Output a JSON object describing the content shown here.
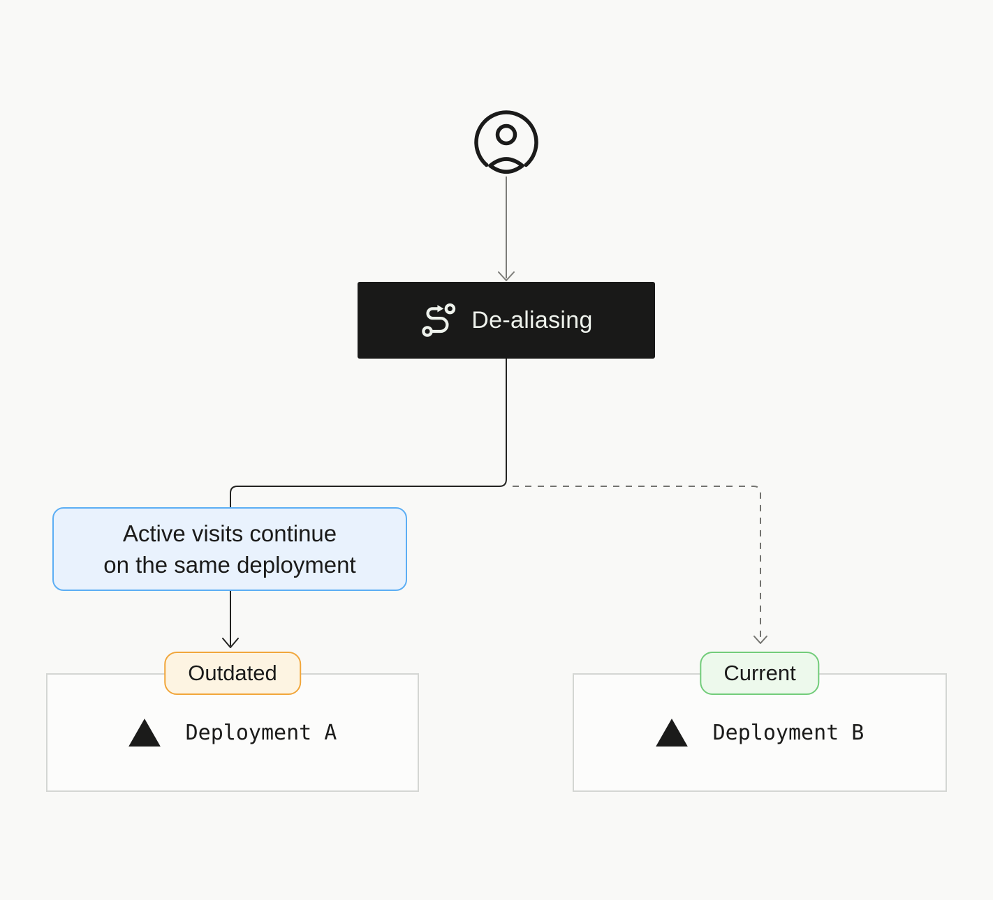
{
  "page": {
    "background": "#f9f9f7"
  },
  "user_node": {
    "icon": "user-circle-icon"
  },
  "router_node": {
    "label": "De-aliasing",
    "icon": "route-icon",
    "bg": "#191918",
    "text_color": "#eef2ec"
  },
  "note": {
    "line1": "Active visits continue",
    "line2": "on the same deployment",
    "bg": "#e9f2fd",
    "border_color": "#5caef4"
  },
  "deployments": [
    {
      "badge_label": "Outdated",
      "badge_bg": "#fdf4e2",
      "badge_border": "#f1a63b",
      "name": "Deployment A",
      "icon": "vercel-triangle-icon"
    },
    {
      "badge_label": "Current",
      "badge_bg": "#edf9ec",
      "badge_border": "#72cc7a",
      "name": "Deployment B",
      "icon": "vercel-triangle-icon"
    }
  ],
  "connectors": {
    "user_to_router": "solid-gray-arrow",
    "router_to_outdated": "solid-dark-elbow-arrow",
    "router_to_current": "dashed-gray-elbow-arrow",
    "solid_color": "#232321",
    "gray_color": "#7c7c78",
    "dashed_color": "#73736f"
  }
}
